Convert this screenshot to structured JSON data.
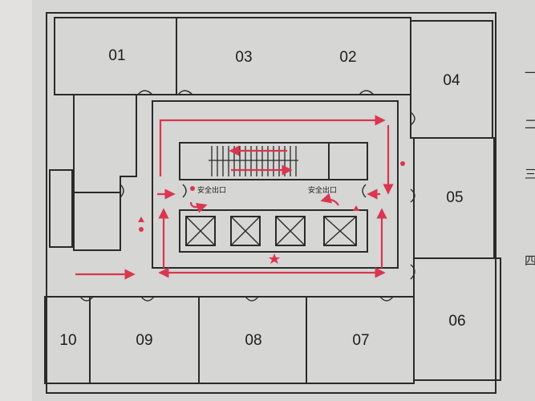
{
  "floor_plan": {
    "rooms": [
      {
        "id": "01",
        "label": "01"
      },
      {
        "id": "02",
        "label": "02"
      },
      {
        "id": "03",
        "label": "03"
      },
      {
        "id": "04",
        "label": "04"
      },
      {
        "id": "05",
        "label": "05"
      },
      {
        "id": "06",
        "label": "06"
      },
      {
        "id": "07",
        "label": "07"
      },
      {
        "id": "08",
        "label": "08"
      },
      {
        "id": "09",
        "label": "09"
      },
      {
        "id": "10",
        "label": "10"
      }
    ],
    "exits": [
      {
        "label": "安全出口"
      },
      {
        "label": "安全出口"
      }
    ],
    "side_glyphs": [
      "一",
      "二",
      "三",
      "四"
    ],
    "colors": {
      "background": "#e9e8e6",
      "board": "#d6d6d4",
      "wall": "#2a2a2a",
      "route": "#d9364f"
    }
  }
}
